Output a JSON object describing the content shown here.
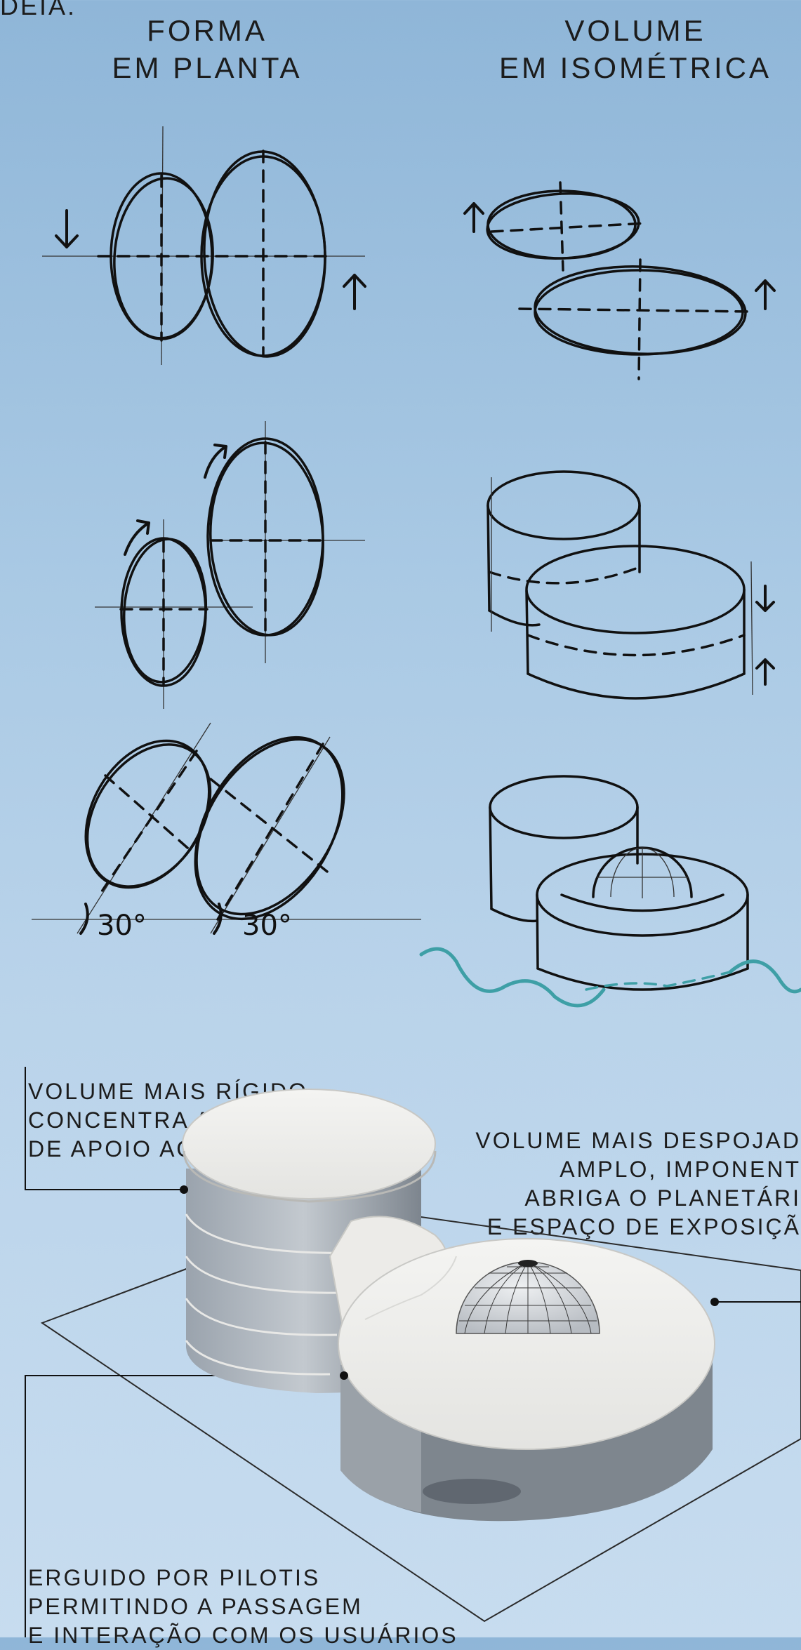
{
  "top_fragment": "deia.",
  "columns": {
    "left_title": "FORMA\nEM PLANTA",
    "right_title": "VOLUME\nEM ISOMÉTRICA"
  },
  "angles": {
    "angle_1": "30°",
    "angle_2": "30°"
  },
  "notes": {
    "rigid_volume": "VOLUME MAIS RÍGIDO\nCONCENTRA AS ATIVIDADES\nDE APOIO AO PLANETÁRIO",
    "open_volume": "VOLUME MAIS DESPOJAD\nAMPLO, IMPONENT\nABRIGA O PLANETÁRI\nE ESPAÇO DE EXPOSIÇÃ",
    "pilotis": "ERGUIDO POR PILOTIS\nPERMITINDO A PASSAGEM\nE INTERAÇÃO COM OS USUÁRIOS"
  },
  "colors": {
    "sketch_line": "#111111",
    "water_line": "#3e9fa6",
    "background_top": "#8fb6d8",
    "background_bottom": "#c7dcef"
  }
}
